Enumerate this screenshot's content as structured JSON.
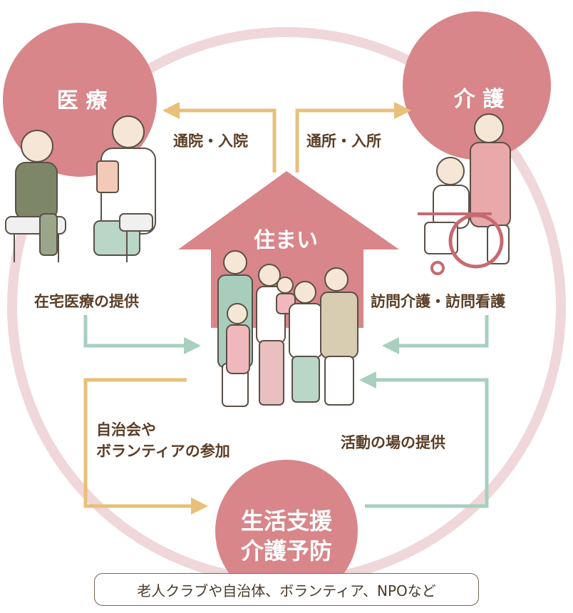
{
  "nodes": {
    "medical": "医 療",
    "care": "介 護",
    "home": "住まい",
    "life_support": [
      "生活支援",
      "介護予防"
    ]
  },
  "flows": {
    "hospital_visit": "通院・入院",
    "facility_visit": "通所・入所",
    "home_medical": "在宅医療の提供",
    "visiting_care": "訪問介護・訪問看護",
    "community": [
      "自治会や",
      "ボランティアの参加"
    ],
    "activity_place": "活動の場の提供"
  },
  "footnote": "老人クラブや自治体、ボランティア、NPOなど",
  "colors": {
    "node": "#d8868a",
    "ring": "#f0d7d9",
    "arrow_gold": "#e8c07a",
    "arrow_green": "#a8cfbf",
    "text": "#5a3e26"
  }
}
